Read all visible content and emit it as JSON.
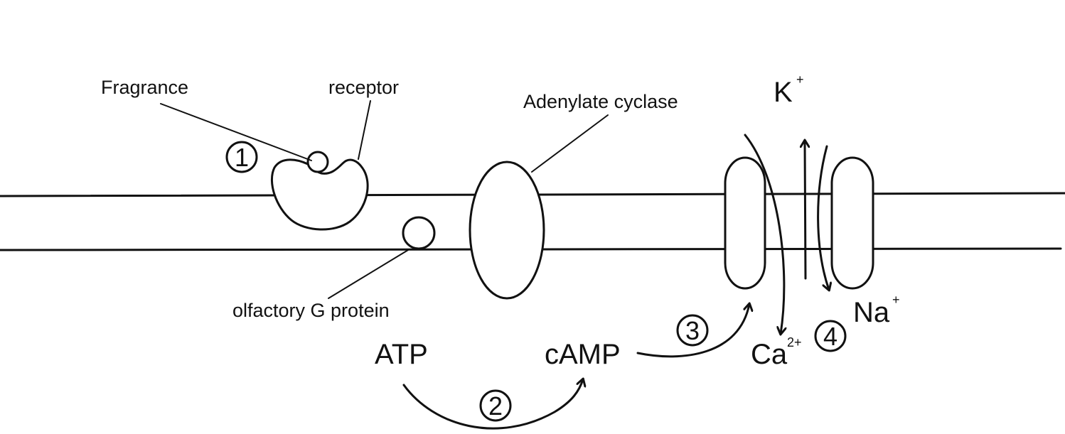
{
  "labels": {
    "fragrance": "Fragrance",
    "receptor": "receptor",
    "adenylate_cyclase": "Adenylate cyclase",
    "olfactory_g_protein": "olfactory G protein",
    "atp": "ATP",
    "camp": "cAMP",
    "potassium": "K",
    "potassium_charge": "+",
    "sodium": "Na",
    "sodium_charge": "+",
    "calcium": "Ca",
    "calcium_charge": "2+"
  },
  "steps": {
    "step1": "1",
    "step2": "2",
    "step3": "3",
    "step4": "4"
  },
  "colors": {
    "line": "#111111",
    "background": "#ffffff"
  }
}
